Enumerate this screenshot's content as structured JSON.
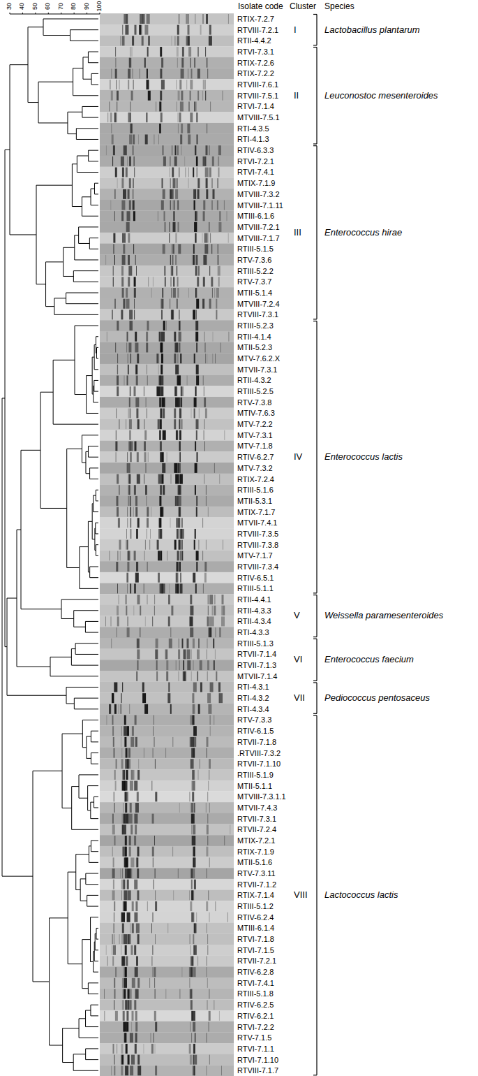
{
  "diagram": {
    "labels": [
      "30",
      "40",
      "50",
      "60",
      "70",
      "80",
      "90",
      "100",
      "Isolate code",
      "Cluster",
      "Species",
      "RTIX-7.2.7",
      "RTVIII-7.2.1",
      "RTII-4.4.2",
      "RTVI-7.3.1",
      "RTIX-7.2.6",
      "RTIX-7.2.2",
      "RTVIII-7.6.1",
      "RTVIII-7.5.1",
      "RTVI-7.1.4",
      "MTVIII-7.5.1",
      "RTI-4.3.5",
      "RTI-4.1.3",
      "RTIV-6.3.3",
      "RTVI-7.2.1",
      "RTVI-7.4.1",
      "MTIX-7.1.9",
      "MTVIII-7.3.2",
      "MTVIII-7.1.11",
      "MTIII-6.1.6",
      "MTVIII-7.2.1",
      "MTVIII-7.1.7",
      "RTIII-5.1.5",
      "RTV-7.3.6",
      "RTIII-5.2.2",
      "RTV-7.3.7",
      "MTII-5.1.4",
      "MTVIII-7.2.4",
      "RTVIII-7.3.1",
      "RTIII-5.2.3",
      "RTII-4.1.4",
      "MTII-5.2.3",
      "MTV-7.6.2.X",
      "MTVII-7.3.1",
      "RTII-4.3.2",
      "RTIII-5.2.5",
      "RTV-7.3.8",
      "MTIV-7.6.3",
      "MTV-7.2.2",
      "MTV-7.3.1",
      "MTV-7.1.8",
      "RTIV-6.2.7",
      "MTV-7.3.2",
      "RTIX-7.2.4",
      "RTIII-5.1.6",
      "MTII-5.3.1",
      "MTIX-7.1.7",
      "MTVII-7.4.1",
      "RTVIII-7.3.5",
      "RTVIII-7.3.8",
      "MTV-7.1.7",
      "RTVIII-7.3.4",
      "RTIV-6.5.1",
      "RTIII-5.1.1",
      "RTII-4.4.1",
      "RTII-4.3.3",
      "RTII-4.3.4",
      "RTI-4.3.3",
      "RTIII-5.1.3",
      "RTVII-7.1.4",
      "RTVII-7.1.3",
      "MTVII-7.1.4",
      "RTI-4.3.1",
      "RTI-4.3.2",
      "RTI-4.3.4",
      "RTV-7.3.3",
      "RTIV-6.1.5",
      "RTVII-7.1.8",
      ".RTVIII-7.3.2",
      "RTVII-7.1.10",
      "RTIII-5.1.9",
      "MTII-5.1.1",
      "MTVIII-7.3.1.1",
      "MTVII-7.4.3",
      "RTVII-7.3.1",
      "RTVII-7.2.4",
      "MTIX-7.2.1",
      "RTIX-7.1.9",
      "MTII-5.1.6",
      "RTV-7.3.11",
      "RTVII-7.1.2",
      "RTIX-7.1.4",
      "RTIII-5.1.2",
      "RTIV-6.2.4",
      "MTIII-6.1.4",
      "RTVI-7.1.8",
      "RTVI-7.1.5",
      "RTVII-7.2.1",
      "RTIV-6.2.8",
      "RTVI-7.4.1",
      "RTIII-5.1.8",
      "RTIV-6.2.5",
      "RTIV-6.2.1",
      "RTVI-7.2.2",
      "RTV-7.1.5",
      "RTVI-7.1.1",
      "RTVI-7.1.10",
      "RTVIII-7.1.7",
      "I",
      "Lactobacillus plantarum",
      "II",
      "Leuconostoc mesenteroides",
      "III",
      "Enterococcus hirae",
      "IV",
      "Enterococcus lactis",
      "V",
      "Weissella paramesenteroides",
      "VI",
      "Enterococcus faecium",
      "VII",
      "Pediococcus pentosaceus",
      "VIII",
      "Lactococcus lactis"
    ]
  }
}
